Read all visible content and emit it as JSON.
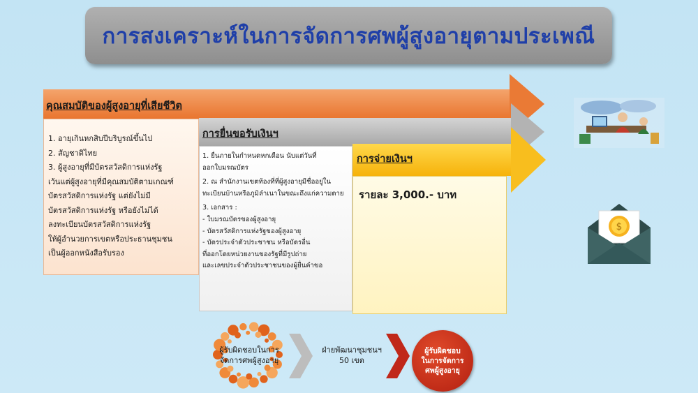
{
  "title": "การสงเคราะห์ในการจัดการศพผู้สูงอายุตามประเพณี",
  "sections": {
    "qualifications": {
      "heading": "คุณสมบัติของผู้สูงอายุที่เสียชีวิต",
      "lines": [
        "1. อายุเกินหกสิบปีบริบูรณ์ขึ้นไป",
        "2. สัญชาติไทย",
        "3. ผู้สูงอายุที่มีบัตรสวัสดิการแห่งรัฐ",
        "เว้นแต่ผู้สูงอายุที่มีคุณสมบัติตามเกณฑ์",
        "บัตรสวัสดิการแห่งรัฐ แต่ยังไม่มี",
        "บัตรสวัสดิการแห่งรัฐ หรือยังไม่ได้",
        "ลงทะเบียนบัตรสวัสดิการแห่งรัฐ",
        "ให้ผู้อำนวยการเขตหรือประธานชุมชน",
        "เป็นผู้ออกหนังสือรับรอง"
      ]
    },
    "application": {
      "heading": "การยื่นขอรับเงินฯ",
      "item1": [
        "1. ยื่นภายในกำหนดหกเดือน นับแต่วันที่",
        "ออกใบมรณบัตร"
      ],
      "item2": [
        "2. ณ สำนักงานเขตท้องที่ที่ผู้สูงอายุมีชื่ออยู่ใน",
        "ทะเบียนบ้านหรือภูมิลำเนาในขณะถึงแก่ความตาย"
      ],
      "item3": [
        "3. เอกสาร :",
        "- ใบมรณบัตรของผู้สูงอายุ",
        "- บัตรสวัสดิการแห่งรัฐของผู้สูงอายุ",
        "- บัตรประจำตัวประชาชน หรือบัตรอื่น",
        "ที่ออกโดยหน่วยงานของรัฐที่มีรูปถ่าย",
        "และเลขประจำตัวประชาชนของผู้ยื่นคำขอ"
      ]
    },
    "payment": {
      "heading": "การจ่ายเงินฯ",
      "amount": "รายละ 3,000.- บาท"
    }
  },
  "flow": {
    "step1": [
      "ผู้รับผิดชอบในการ",
      "จัดการศพผู้สูงอายุ"
    ],
    "step2": [
      "ฝ่ายพัฒนาชุมชนฯ",
      "50 เขต"
    ],
    "step3": [
      "ผู้รับผิดชอบ",
      "ในการจัดการ",
      "ศพผู้สูงอายุ"
    ]
  },
  "colors": {
    "title_text": "#1f3fa8",
    "orange": "#e9752f",
    "grey": "#a7a7a7",
    "yellow": "#f6b20b",
    "red": "#c0281a"
  },
  "icons": [
    "office-worker-clipart-icon",
    "money-envelope-icon"
  ]
}
